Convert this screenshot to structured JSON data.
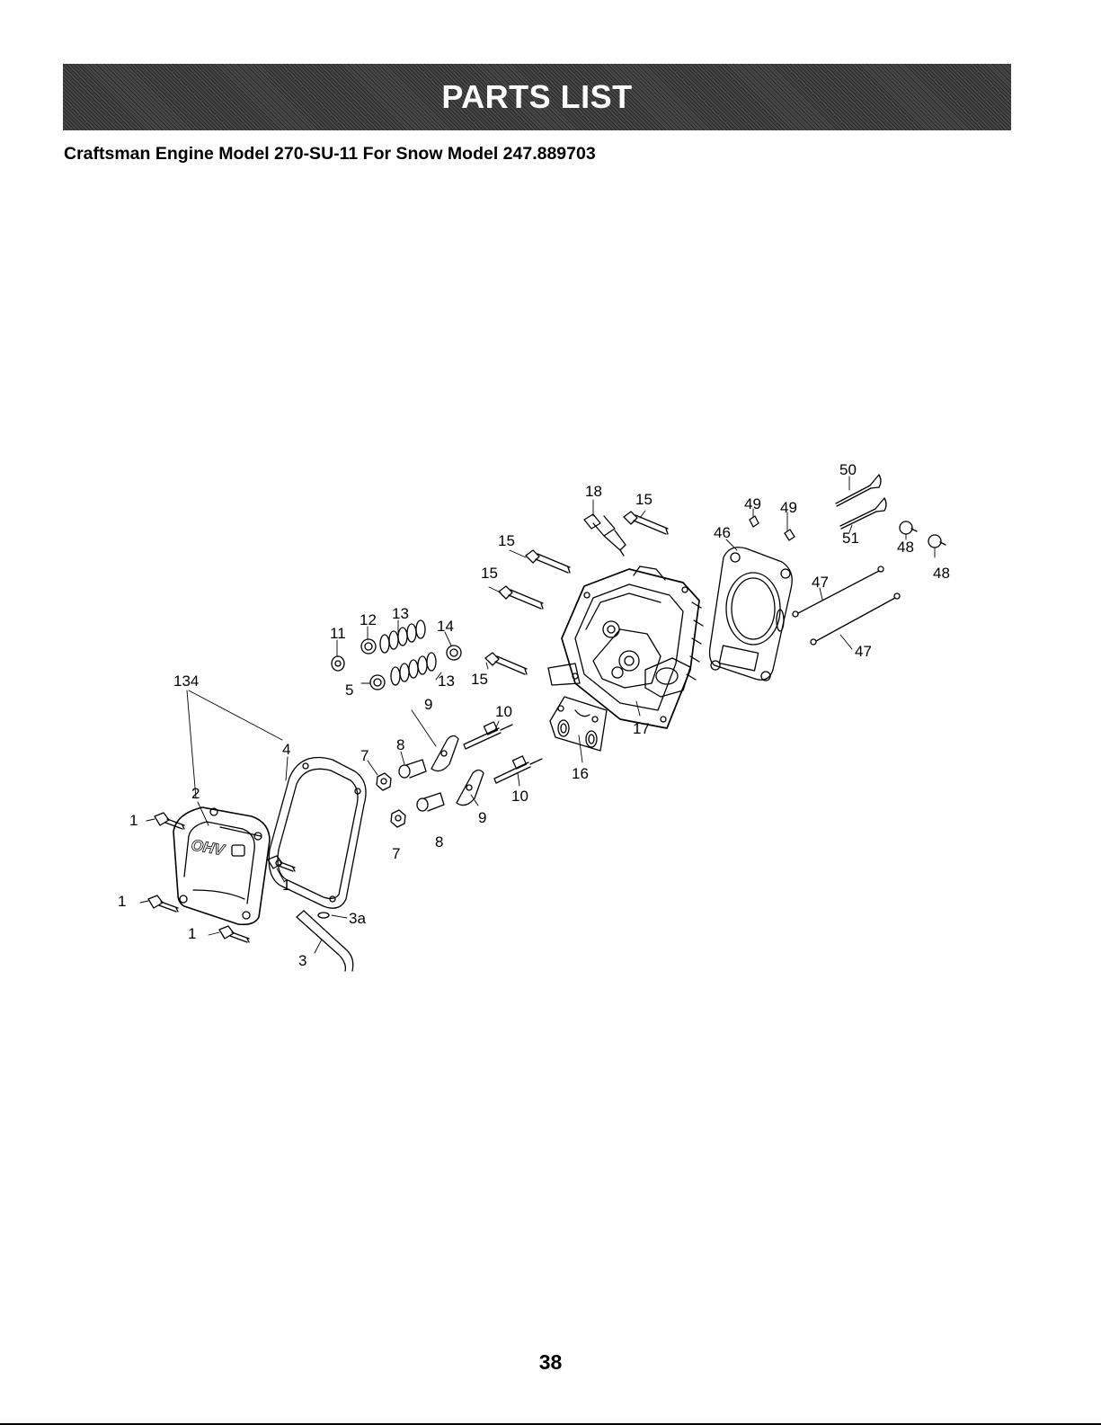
{
  "header": {
    "title": "PARTS LIST"
  },
  "subtitle": "Craftsman Engine Model 270-SU-11 For Snow Model 247.889703",
  "page_number": "38",
  "diagram": {
    "logo_text": "OHV",
    "callouts": {
      "c134": "134",
      "c2": "2",
      "c1a": "1",
      "c1b": "1",
      "c1c": "1",
      "c1d": "1",
      "c3": "3",
      "c3a": "3a",
      "c4": "4",
      "c5": "5",
      "c7a": "7",
      "c7b": "7",
      "c8a": "8",
      "c8b": "8",
      "c9a": "9",
      "c9b": "9",
      "c10a": "10",
      "c10b": "10",
      "c11": "11",
      "c12": "12",
      "c13a": "13",
      "c13b": "13",
      "c14": "14",
      "c15a": "15",
      "c15b": "15",
      "c15c": "15",
      "c15d": "15",
      "c16": "16",
      "c17": "17",
      "c18": "18",
      "c46": "46",
      "c47a": "47",
      "c47b": "47",
      "c48a": "48",
      "c48b": "48",
      "c49a": "49",
      "c49b": "49",
      "c50": "50",
      "c51": "51"
    }
  }
}
